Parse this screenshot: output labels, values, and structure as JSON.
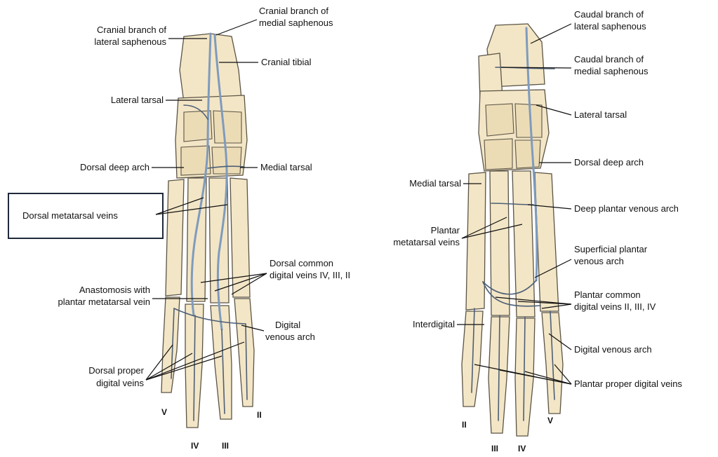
{
  "left_view": {
    "labels": [
      "Cranial branch of",
      "lateral saphenous",
      "Cranial branch of",
      "medial saphenous",
      "Cranial tibial",
      "Lateral tarsal",
      "Dorsal deep arch",
      "Medial tarsal",
      "Dorsal metatarsal veins",
      "Dorsal common",
      "digital veins IV, III, II",
      "Anastomosis with",
      "plantar metatarsal vein",
      "Digital",
      "venous arch",
      "Dorsal proper",
      "digital veins"
    ],
    "digits": [
      "V",
      "IV",
      "III",
      "II"
    ]
  },
  "right_view": {
    "labels": [
      "Caudal branch of",
      "lateral saphenous",
      "Caudal branch of",
      "medial saphenous",
      "Lateral tarsal",
      "Dorsal deep arch",
      "Medial tarsal",
      "Deep plantar venous arch",
      "Plantar",
      "metatarsal veins",
      "Superficial plantar",
      "venous arch",
      "Plantar common",
      "digital veins II, III, IV",
      "Interdigital",
      "Digital venous arch",
      "Plantar proper digital veins"
    ],
    "digits": [
      "II",
      "III",
      "IV",
      "V"
    ]
  },
  "colors": {
    "bone": "#f3e6c6",
    "vein": "#7f9bbd",
    "highlight_box": "#1f2a3a"
  }
}
